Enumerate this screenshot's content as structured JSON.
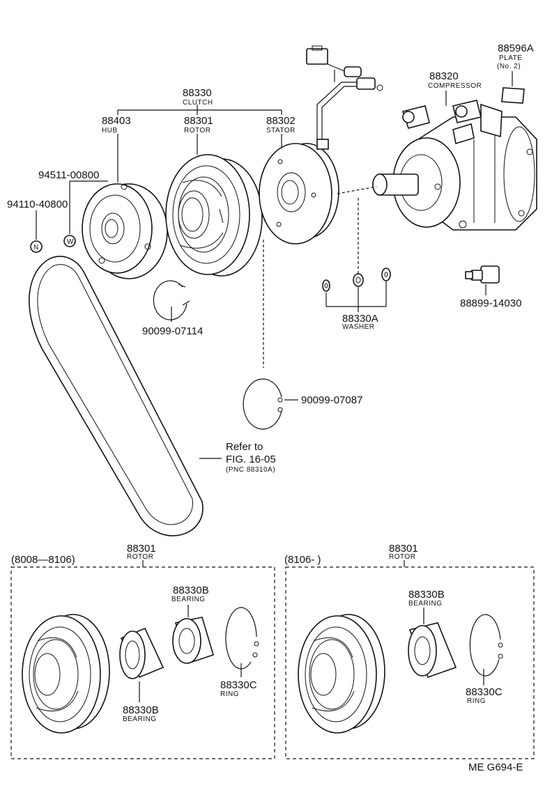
{
  "clutch": {
    "pn": "88330",
    "name": "CLUTCH"
  },
  "hub": {
    "pn": "88403",
    "name": "HUB"
  },
  "rotor_top": {
    "pn": "88301",
    "name": "ROTOR"
  },
  "stator": {
    "pn": "88302",
    "name": "STATOR"
  },
  "compressor": {
    "pn": "88320",
    "name": "COMPRESSOR"
  },
  "plate": {
    "pn": "88596A",
    "name": "PLATE",
    "sub": "(No. 2)"
  },
  "washer_part": {
    "pn": "94511-00800"
  },
  "nut_part": {
    "pn": "94110-40800"
  },
  "nut_symbol": "N",
  "washer_symbol": "W",
  "snap_ring_a": "90099-07114",
  "snap_ring_b": "90099-07087",
  "washer_kit": {
    "pn": "88330A",
    "name": "WASHER"
  },
  "switch_part": "88899-14030",
  "belt_ref": {
    "line1": "Refer to",
    "line2": "FIG. 16-05",
    "line3": "(PNC 88310A)"
  },
  "left_box": {
    "period": "(8008—8106)",
    "rotor_pn": "88301",
    "rotor_name": "ROTOR",
    "bearing_top_pn": "88330B",
    "bearing_top_name": "BEARING",
    "bearing_bot_pn": "88330B",
    "bearing_bot_name": "BEARING",
    "ring_pn": "88330C",
    "ring_name": "RING"
  },
  "right_box": {
    "period": "(8106-          )",
    "rotor_pn": "88301",
    "rotor_name": "ROTOR",
    "bearing_pn": "88330B",
    "bearing_name": "BEARING",
    "ring_pn": "88330C",
    "ring_name": "RING"
  },
  "figure_code": "ME  G694-E"
}
